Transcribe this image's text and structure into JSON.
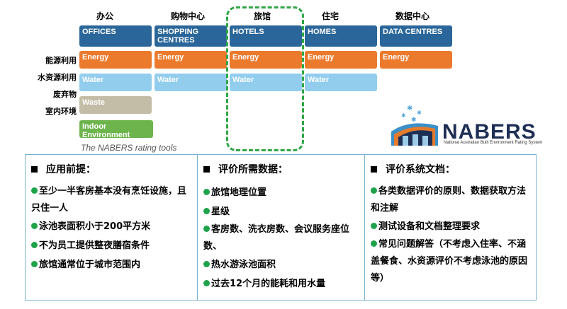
{
  "categories": {
    "offices": {
      "cn": "办公",
      "en": "OFFICES"
    },
    "shopping": {
      "cn": "购物中心",
      "en": "SHOPPING CENTRES"
    },
    "hotels": {
      "cn": "旅馆",
      "en": "HOTELS"
    },
    "homes": {
      "cn": "住宅",
      "en": "HOMES"
    },
    "data": {
      "cn": "数据中心",
      "en": "DATA CENTRES"
    }
  },
  "row_labels": {
    "energy": "能源利用",
    "water": "水资源利用",
    "waste": "废弃物",
    "indoor": "室内环境"
  },
  "tools": {
    "energy": "Energy",
    "water": "Water",
    "waste": "Waste",
    "indoor": "Indoor Environment"
  },
  "caption": "The NABERS rating tools",
  "logo": {
    "word": "NABERS",
    "sub": "National Australian Built Environment Rating System"
  },
  "colors": {
    "header": "#2a6699",
    "energy": "#ec7a2d",
    "water": "#92cdee",
    "waste": "#c3bda7",
    "indoor": "#6db44d",
    "highlight": "#2ea645"
  },
  "panels": [
    {
      "title": "应用前提：",
      "items": [
        "至少一半客房基本没有烹饪设施，且只住一人",
        "泳池表面积小于200平方米",
        "不为员工提供整夜膳宿条件",
        "旅馆通常位于城市范围内"
      ]
    },
    {
      "title": "评价所需数据：",
      "items": [
        "旅馆地理位置",
        "星级",
        "客房数、洗衣房数、会议服务座位数、",
        "热水游泳池面积",
        "过去12个月的能耗和用水量"
      ]
    },
    {
      "title": "评价系统文档：",
      "items": [
        "各类数据评价的原则、数据获取方法和注解",
        "测试设备和文档整理要求",
        "常见问题解答（不考虑入住率、不涵盖餐食、水资源评价不考虑泳池的原因等）"
      ]
    }
  ]
}
